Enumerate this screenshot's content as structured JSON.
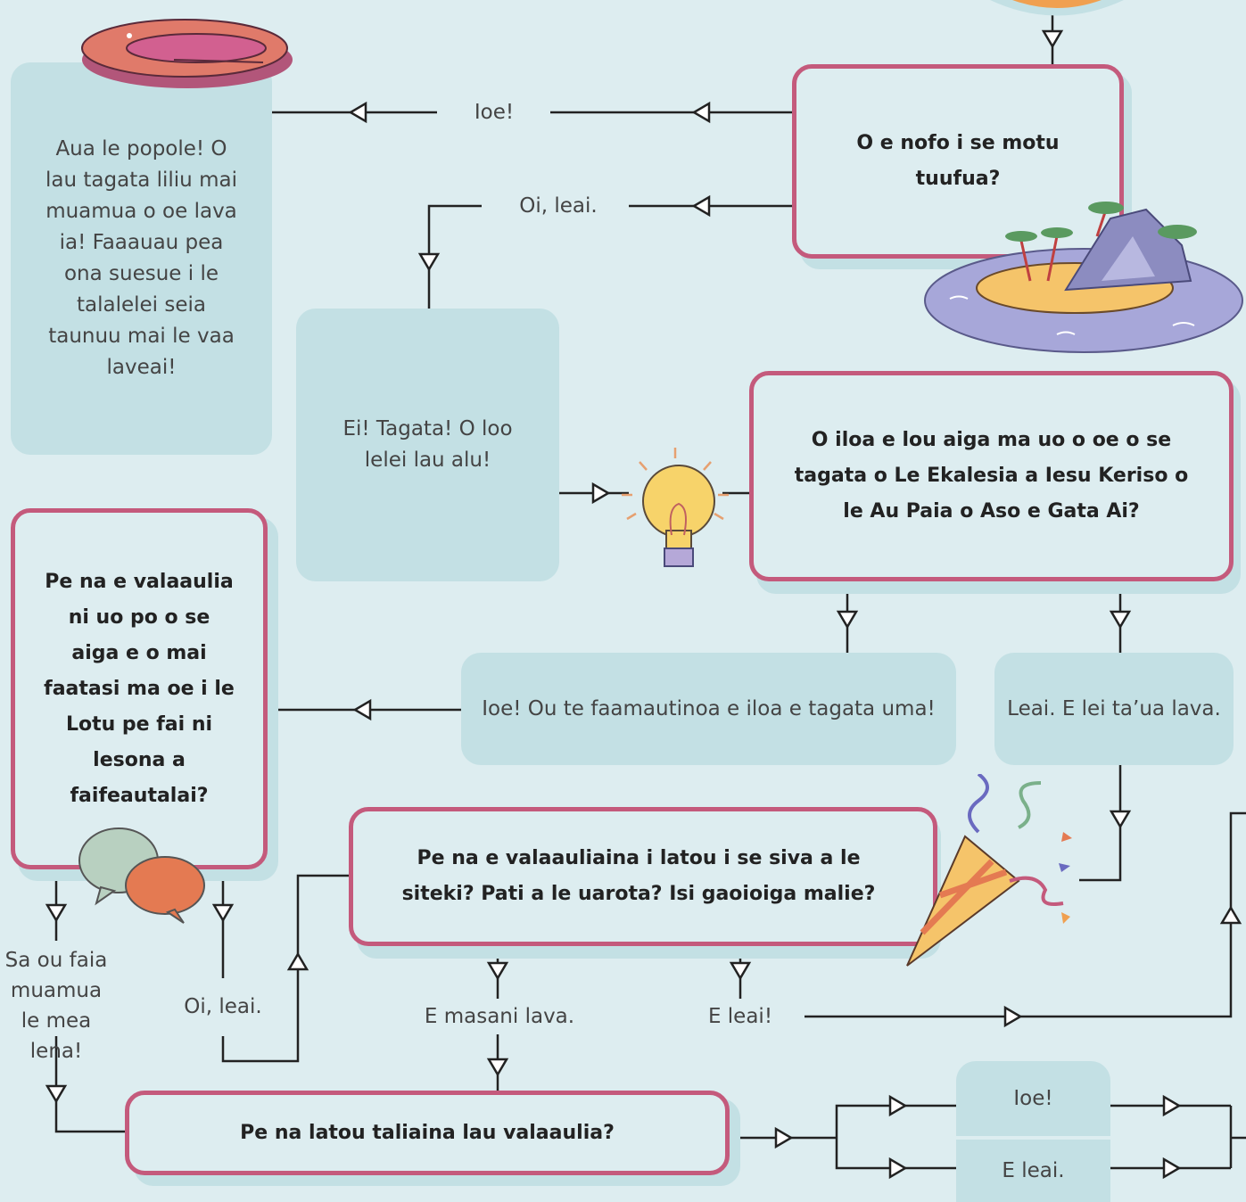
{
  "colors": {
    "background": "#ddedf0",
    "soft_box": "#c3e0e4",
    "question_border": "#c45a7c",
    "line": "#222222"
  },
  "boxes": {
    "island_question": "O e nofo i se motu tuufua?",
    "raft_answer": "Aua le popole! O lau tagata liliu mai muamua o oe lava ia! Faaauau pea ona suesue i le talalelei seia taunuu mai le vaa laveai!",
    "great_job": "Ei! Tagata! O loo lelei lau alu!",
    "know_members_question": "O iloa e lou aiga ma uo o oe o se tagata o Le Ekalesia a Iesu Keriso o le Au Paia o Aso e Gata Ai?",
    "yes_everyone_knows": "Ioe! Ou te faamautinoa e iloa e tagata uma!",
    "no_secret": "Leai. E lei ta’ua lava.",
    "invite_friends_question": "Pe na e valaaulia ni uo po o se aiga e o mai faatasi ma oe i le Lotu pe fai ni lesona a faifeautalai?",
    "invite_activities_question": "Pe na e valaauliaina i latou i se siva a le siteki? Pati a le uarota? Isi gaoioiga malie?",
    "accepted_question": "Pe na latou taliaina lau valaaulia?",
    "accept_yes": "Ioe!",
    "accept_no": "E leai."
  },
  "labels": {
    "island_yes": "Ioe!",
    "island_no": "Oi, leai.",
    "do_it_first": "Sa ou faia muamua le mea lena!",
    "invite_no": "Oi, leai.",
    "of_course": "E masani lava.",
    "activities_no": "E leai!"
  },
  "icons": [
    "raft-icon",
    "island-icon",
    "lightbulb-icon",
    "speech-bubbles-icon",
    "party-popper-icon"
  ]
}
